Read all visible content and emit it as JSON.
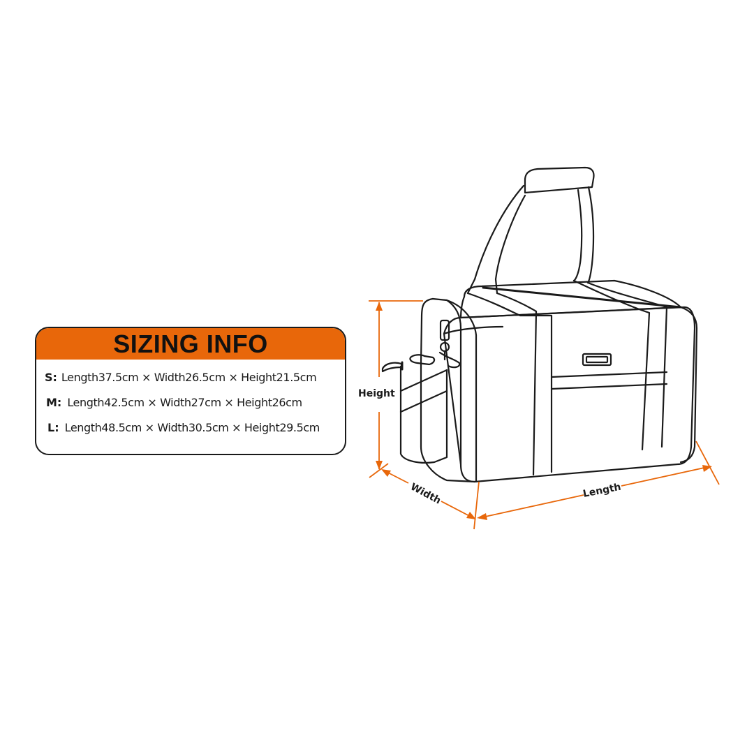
{
  "sizing": {
    "title": "SIZING INFO",
    "header_color": "#e8670a",
    "rows": [
      {
        "label": "S:",
        "value": "Length37.5cm × Width26.5cm × Height21.5cm"
      },
      {
        "label": "M:",
        "value": "Length42.5cm × Width27cm × Height26cm"
      },
      {
        "label": "L:",
        "value": "Length48.5cm × Width30.5cm × Height29.5cm"
      }
    ]
  },
  "diagram": {
    "subject": "duffel-bag-outline",
    "dimension_color": "#e8670a",
    "labels": {
      "height": "Height",
      "width": "Width",
      "length": "Length"
    }
  }
}
